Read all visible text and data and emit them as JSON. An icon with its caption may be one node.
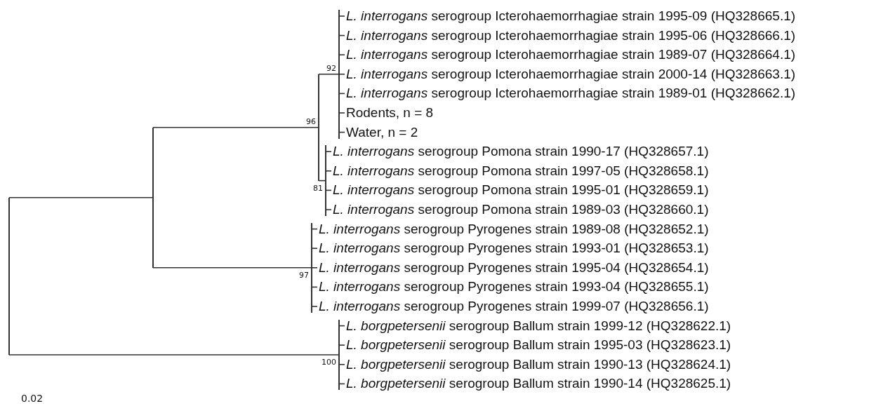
{
  "diagram": {
    "nodes": [
      {
        "text": [
          "*L. interrogans* serogroup Icterohaemorrhagiae strain 1995-09 (HQ328665.1)"
        ]
      },
      {
        "text": [
          "*L. interrogans* serogroup Icterohaemorrhagiae strain 1995-06 (HQ328666.1)"
        ]
      },
      {
        "text": [
          "*L. interrogans* serogroup Icterohaemorrhagiae strain 1989-07 (HQ328664.1)"
        ]
      },
      {
        "text": [
          "*L. interrogans* serogroup Icterohaemorrhagiae strain 2000-14 (HQ328663.1)"
        ]
      },
      {
        "text": [
          "*L. interrogans* serogroup Icterohaemorrhagiae strain 1989-01 (HQ328662.1)"
        ]
      },
      {
        "text": [
          "Rodents, n = 8"
        ]
      },
      {
        "text": [
          "Water, n = 2"
        ]
      },
      {
        "text": [
          "*L. interrogans* serogroup Pomona strain 1990-17 (HQ328657.1)"
        ]
      },
      {
        "text": [
          "*L. interrogans* serogroup Pomona strain 1997-05 (HQ328658.1)"
        ]
      },
      {
        "text": [
          "*L. interrogans* serogroup Pomona strain 1995-01 (HQ328659.1)"
        ]
      },
      {
        "text": [
          "*L. interrogans* serogroup Pomona strain 1989-03 (HQ328660.1)"
        ]
      },
      {
        "text": [
          "*L. interrogans* serogroup Pyrogenes strain 1989-08 (HQ328652.1)"
        ]
      },
      {
        "text": [
          "*L. interrogans* serogroup Pyrogenes strain 1993-01 (HQ328653.1)"
        ]
      },
      {
        "text": [
          "*L. interrogans* serogroup Pyrogenes strain 1995-04 (HQ328654.1)"
        ]
      },
      {
        "text": [
          "*L. interrogans* serogroup Pyrogenes strain 1993-04 (HQ328655.1)"
        ]
      },
      {
        "text": [
          "*L. interrogans* serogroup Pyrogenes strain 1999-07 (HQ328656.1)"
        ]
      },
      {
        "text": [
          "*L. borgpetersenii* serogroup Ballum strain 1999-12 (HQ328622.1)"
        ]
      },
      {
        "text": [
          "*L. borgpetersenii* serogroup Ballum strain 1995-03 (HQ328623.1)"
        ]
      },
      {
        "text": [
          "*L. borgpetersenii* serogroup Ballum strain 1990-13 (HQ328624.1)"
        ]
      },
      {
        "text": [
          "*L. borgpetersenii* serogroup Ballum strain 1990-14 (HQ328625.1)"
        ]
      },
      {
        "text": [],
        "shape": "bar"
      },
      {
        "text": [],
        "shape": "bar"
      },
      {
        "text": [],
        "shape": "bar",
        "beside": [
          "96"
        ]
      },
      {
        "text": [],
        "shape": "bar",
        "beside": [
          "92"
        ]
      },
      {
        "text": [],
        "shape": "bar",
        "beside": [
          "81"
        ]
      },
      {
        "text": [],
        "shape": "bar",
        "beside": [
          "97"
        ]
      },
      {
        "text": [],
        "shape": "bar",
        "beside": [
          "100"
        ]
      }
    ],
    "edges": [
      {
        "from": 20,
        "to": 21,
        "arrow": "none"
      },
      {
        "from": 20,
        "to": 26,
        "arrow": "none"
      },
      {
        "from": 21,
        "to": 22,
        "arrow": "none"
      },
      {
        "from": 21,
        "to": 25,
        "arrow": "none"
      },
      {
        "from": 22,
        "to": 23,
        "arrow": "none"
      },
      {
        "from": 22,
        "to": 24,
        "arrow": "none"
      },
      {
        "from": 23,
        "to": 0,
        "arrow": "none"
      },
      {
        "from": 23,
        "to": 1,
        "arrow": "none"
      },
      {
        "from": 23,
        "to": 2,
        "arrow": "none"
      },
      {
        "from": 23,
        "to": 3,
        "arrow": "none"
      },
      {
        "from": 23,
        "to": 4,
        "arrow": "none"
      },
      {
        "from": 23,
        "to": 5,
        "arrow": "none"
      },
      {
        "from": 23,
        "to": 6,
        "arrow": "none"
      },
      {
        "from": 24,
        "to": 7,
        "arrow": "none"
      },
      {
        "from": 24,
        "to": 8,
        "arrow": "none"
      },
      {
        "from": 24,
        "to": 9,
        "arrow": "none"
      },
      {
        "from": 24,
        "to": 10,
        "arrow": "none"
      },
      {
        "from": 25,
        "to": 11,
        "arrow": "none"
      },
      {
        "from": 25,
        "to": 12,
        "arrow": "none"
      },
      {
        "from": 25,
        "to": 13,
        "arrow": "none"
      },
      {
        "from": 25,
        "to": 14,
        "arrow": "none"
      },
      {
        "from": 25,
        "to": 15,
        "arrow": "none"
      },
      {
        "from": 26,
        "to": 16,
        "arrow": "none"
      },
      {
        "from": 26,
        "to": 17,
        "arrow": "none"
      },
      {
        "from": 26,
        "to": 18,
        "arrow": "none"
      },
      {
        "from": 26,
        "to": 19,
        "arrow": "none"
      }
    ],
    "labels": [
      "0.02"
    ]
  }
}
